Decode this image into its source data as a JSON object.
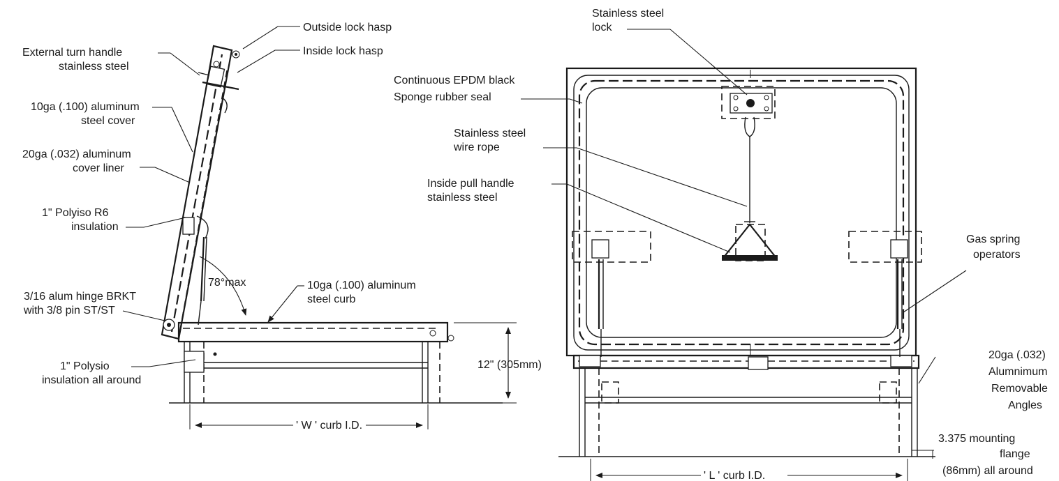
{
  "labels": {
    "outside_lock_hasp": "Outside lock hasp",
    "inside_lock_hasp": "Inside lock hasp",
    "external_turn_handle_1": "External turn handle",
    "external_turn_handle_2": "stainless steel",
    "cover_10ga_1": "10ga (.100) aluminum",
    "cover_10ga_2": "steel cover",
    "liner_20ga_1": "20ga (.032) aluminum",
    "liner_20ga_2": "cover liner",
    "polyiso_r6_1": "1\" Polyiso R6",
    "polyiso_r6_2": "insulation",
    "angle_max": "78°max",
    "curb_10ga_1": "10ga (.100) aluminum",
    "curb_10ga_2": "steel curb",
    "hinge_1": "3/16 alum hinge BRKT",
    "hinge_2": "with 3/8 pin ST/ST",
    "polysio_1": "1\" Polysio",
    "polysio_2": "insulation all around",
    "height_dim": "12\" (305mm)",
    "w_curb": "' W ' curb I.D.",
    "ss_lock_1": "Stainless steel",
    "ss_lock_2": "lock",
    "epdm_1": "Continuous EPDM black",
    "epdm_2": "Sponge rubber seal",
    "wire_rope_1": "Stainless steel",
    "wire_rope_2": "wire rope",
    "pull_handle_1": "Inside pull handle",
    "pull_handle_2": "stainless steel",
    "gas_spring_1": "Gas spring",
    "gas_spring_2": "operators",
    "angles_1": "20ga (.032)",
    "angles_2": "Alumnimum",
    "angles_3": "Removable",
    "angles_4": "Angles",
    "l_curb": "' L ' curb I.D.",
    "flange_1": "3.375 mounting",
    "flange_2": "flange",
    "flange_3": "(86mm) all around"
  }
}
